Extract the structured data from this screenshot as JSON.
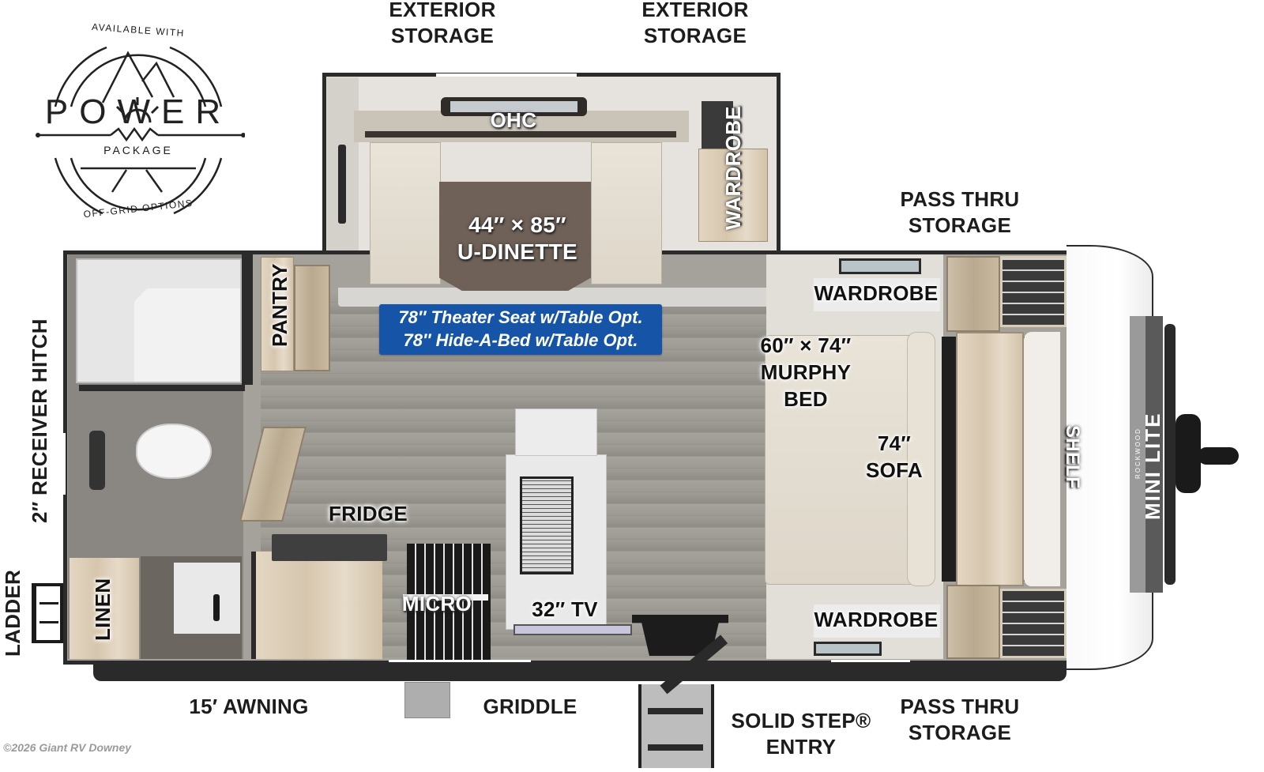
{
  "logo": {
    "top_arc": "AVAILABLE WITH",
    "word": "POWER",
    "sub": "PACKAGE",
    "bottom_arc": "OFF-GRID OPTIONS"
  },
  "labels": {
    "exterior_storage_left": [
      "EXTERIOR",
      "STORAGE"
    ],
    "exterior_storage_right": [
      "EXTERIOR",
      "STORAGE"
    ],
    "ohc": "OHC",
    "wardrobe_slide": "WARDROBE",
    "dinette": [
      "44″ × 85″",
      "U-DINETTE"
    ],
    "pass_thru_top": [
      "PASS THRU",
      "STORAGE"
    ],
    "pass_thru_bottom": [
      "PASS THRU",
      "STORAGE"
    ],
    "pantry": "PANTRY",
    "receiver_hitch": "2″ RECEIVER HITCH",
    "ladder": "LADDER",
    "linen": "LINEN",
    "fridge": "FRIDGE",
    "micro": "MICRO",
    "tv": "32″ TV",
    "wardrobe_top": "WARDROBE",
    "wardrobe_bottom": "WARDROBE",
    "murphy_bed": [
      "60″ × 74″",
      "MURPHY",
      "BED"
    ],
    "sofa": [
      "74″",
      "SOFA"
    ],
    "shelf": "SHELF",
    "awning": "15′ AWNING",
    "griddle": "GRIDDLE",
    "entry": [
      "SOLID STEP®",
      "ENTRY"
    ]
  },
  "option_box": {
    "line1": "78″ Theater Seat w/Table Opt.",
    "line2": "78″ Hide-A-Bed w/Table Opt.",
    "bg_color": "#1554a6"
  },
  "front_cap": {
    "brand_small": "ROCKWOOD",
    "brand_large": "MINI LITE"
  },
  "copyright": "©2026 Giant RV Downey"
}
